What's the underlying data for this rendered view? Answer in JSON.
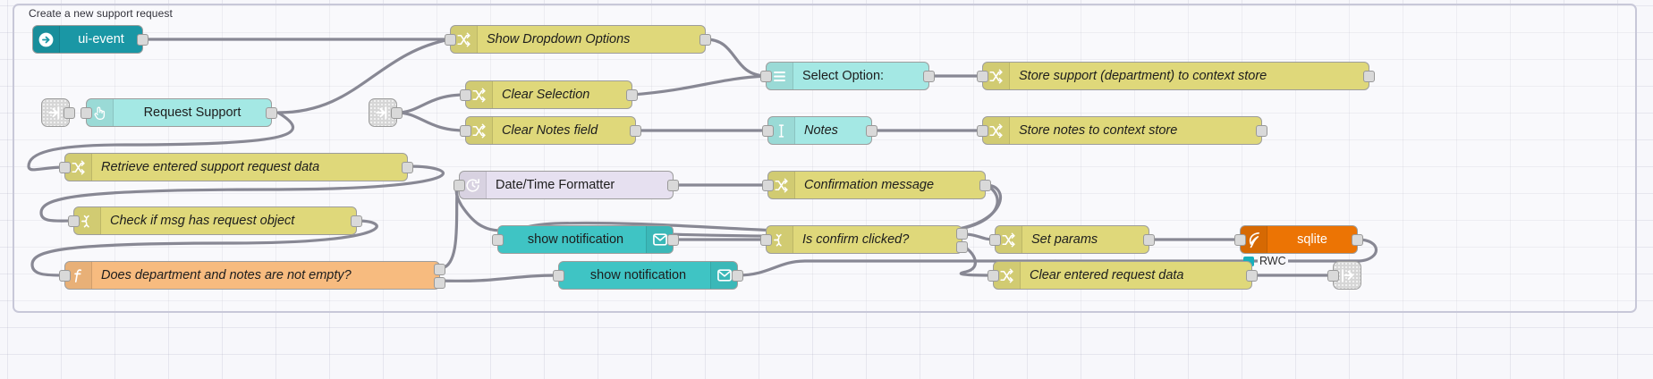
{
  "editor": {
    "group_label": "Create a new support request",
    "canvas_bg": "#f7f7fb",
    "wire_color": "#888894"
  },
  "palette": {
    "yellow": "#dfd87a",
    "cyan": "#a4e8e4",
    "teal": "#2fbdbd",
    "teal_dark": "#1a97a5",
    "orange_light": "#f7bb7f",
    "orange_db": "#ec7404",
    "lavender": "#e6e0f0",
    "grey": "#d4d4d4"
  },
  "nodes": {
    "ui_event": {
      "label": "ui-event",
      "icon": "arrow-circle-right-icon"
    },
    "request_support": {
      "label": "Request Support",
      "icon": "pointer-hand-icon"
    },
    "link_in_1": {
      "label": "",
      "icon": "link-in-icon"
    },
    "link_in_2": {
      "label": "",
      "icon": "link-in-icon"
    },
    "show_dropdown": {
      "label": "Show Dropdown Options",
      "icon": "change-node-icon"
    },
    "clear_selection": {
      "label": "Clear Selection",
      "icon": "change-node-icon"
    },
    "clear_notes": {
      "label": "Clear Notes field",
      "icon": "change-node-icon"
    },
    "select_option": {
      "label": "Select Option:",
      "icon": "dropdown-list-icon"
    },
    "notes": {
      "label": "Notes",
      "icon": "text-cursor-icon"
    },
    "store_support": {
      "label": "Store support (department) to context store",
      "icon": "change-node-icon"
    },
    "store_notes": {
      "label": "Store notes to context store",
      "icon": "change-node-icon"
    },
    "retrieve_data": {
      "label": "Retrieve entered support request data",
      "icon": "change-node-icon"
    },
    "check_msg": {
      "label": "Check if msg has request object",
      "icon": "switch-node-icon"
    },
    "not_empty": {
      "label": "Does department and notes are not empty?",
      "icon": "function-node-icon"
    },
    "datetime": {
      "label": "Date/Time Formatter",
      "icon": "clock-icon"
    },
    "confirmation": {
      "label": "Confirmation message",
      "icon": "change-node-icon"
    },
    "notify_1": {
      "label": "show notification",
      "icon": "envelope-icon"
    },
    "notify_2": {
      "label": "show notification",
      "icon": "envelope-icon"
    },
    "is_confirm": {
      "label": "Is confirm clicked?",
      "icon": "switch-node-icon"
    },
    "set_params": {
      "label": "Set params",
      "icon": "change-node-icon"
    },
    "sqlite": {
      "label": "sqlite",
      "icon": "feather-icon"
    },
    "clear_request": {
      "label": "Clear entered request data",
      "icon": "change-node-icon"
    },
    "link_out_1": {
      "label": "",
      "icon": "link-out-icon"
    }
  },
  "status": {
    "sqlite_status": "RWC"
  }
}
